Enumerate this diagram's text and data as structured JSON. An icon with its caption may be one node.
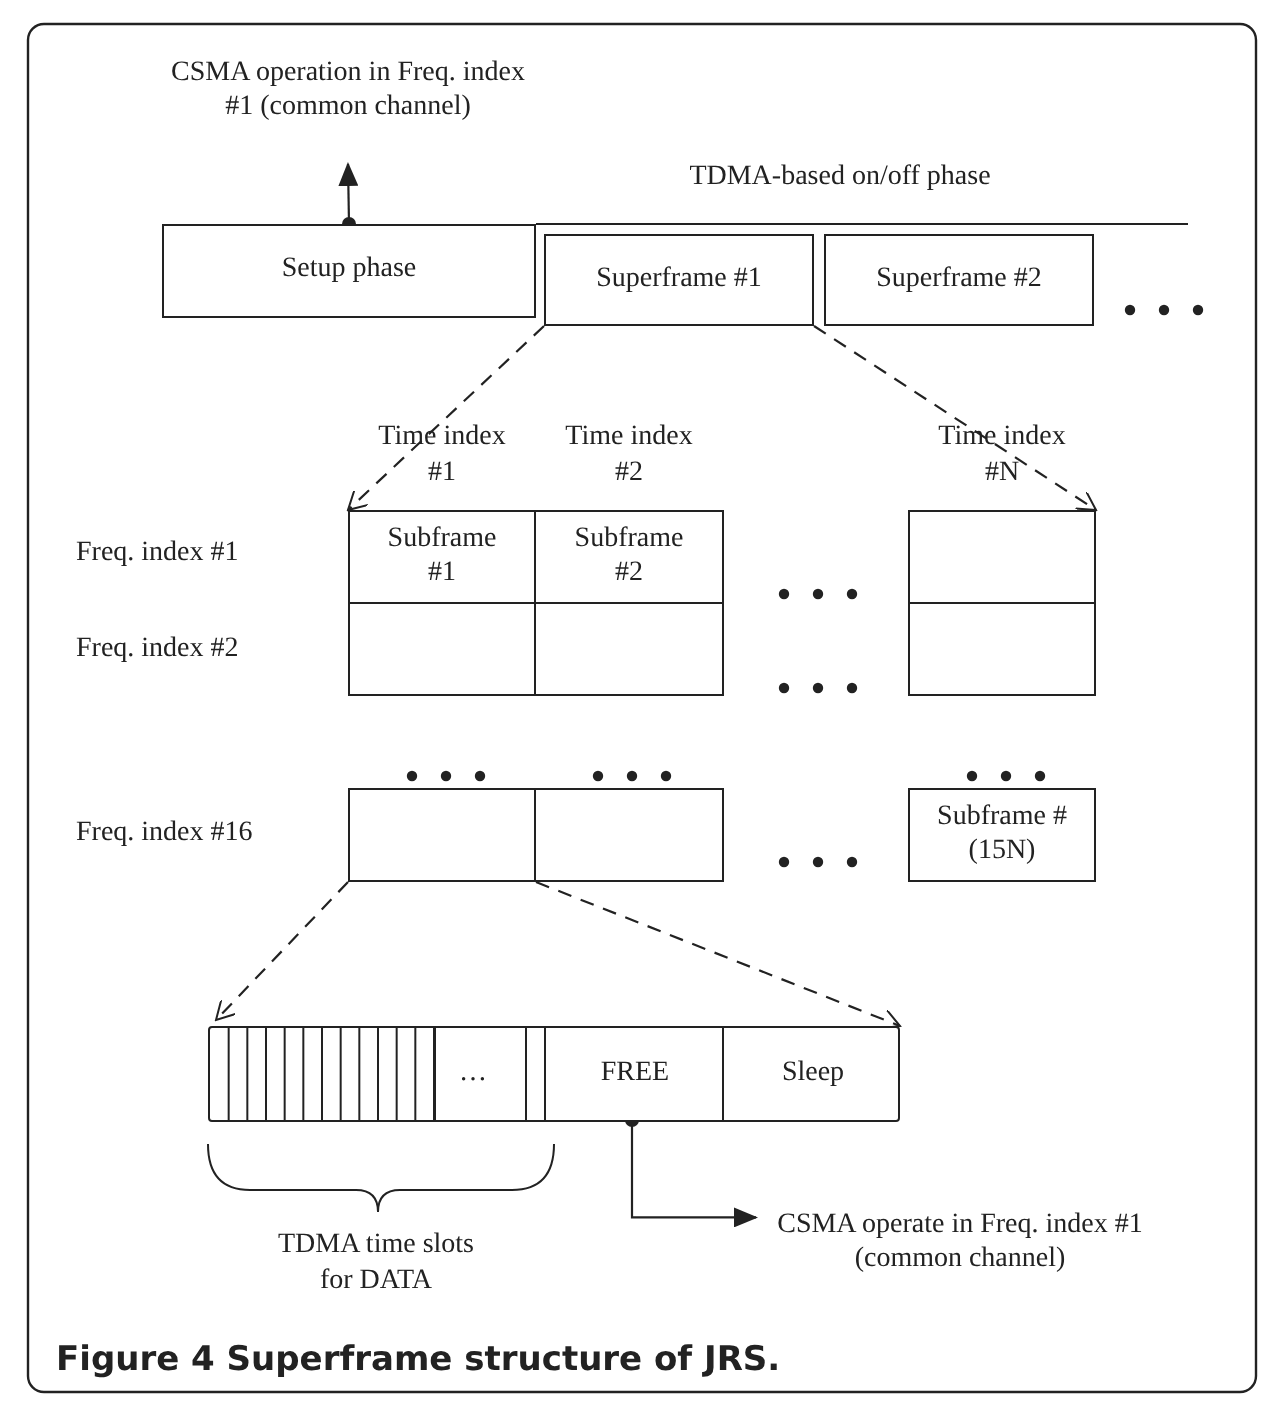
{
  "diagram": {
    "caption": "Figure 4 Superframe structure of JRS.",
    "nodes": [
      {
        "text": [
          "Setup phase"
        ]
      },
      {
        "text": [
          "Superframe #1"
        ]
      },
      {
        "text": [
          "Superframe #2"
        ]
      },
      {
        "text": [
          "CSMA operation in Freq. index #1 (common channel)"
        ]
      },
      {
        "text": [
          "Subframe #1"
        ]
      },
      {
        "text": [
          "Subframe #2"
        ]
      },
      {
        "text": [],
        "shape": "box"
      },
      {
        "text": [],
        "shape": "box"
      },
      {
        "text": [],
        "shape": "box"
      },
      {
        "text": [],
        "shape": "box"
      },
      {
        "text": [],
        "shape": "box"
      },
      {
        "text": [],
        "shape": "box"
      },
      {
        "text": [
          "Subframe #(15N)"
        ]
      },
      {
        "text": [],
        "shape": "bar"
      },
      {
        "text": [
          "…"
        ],
        "in": 13
      },
      {
        "text": [
          "FREE"
        ],
        "in": 13
      },
      {
        "text": [
          "Sleep"
        ],
        "in": 13
      },
      {
        "text": [
          "CSMA operate in Freq. index #1 (common channel)"
        ]
      }
    ],
    "edges": [
      {
        "from": 0,
        "to": 3,
        "arrow": "to"
      },
      {
        "from": 1,
        "to": 4,
        "arrow": "to",
        "style": "dashed"
      },
      {
        "from": 1,
        "to": 6,
        "arrow": "to",
        "style": "dashed"
      },
      {
        "from": 10,
        "to": 13,
        "arrow": "to",
        "style": "dashed"
      },
      {
        "from": 10,
        "to": 13,
        "arrow": "to",
        "style": "dashed"
      },
      {
        "from": 15,
        "to": 17,
        "arrow": "to"
      }
    ],
    "labels": [
      "TDMA-based on/off phase",
      "Time index #1",
      "Time index #2",
      "Time index #N",
      "Freq. index #1",
      "Freq. index #2",
      "Freq. index #16",
      "TDMA time slots for DATA"
    ]
  }
}
